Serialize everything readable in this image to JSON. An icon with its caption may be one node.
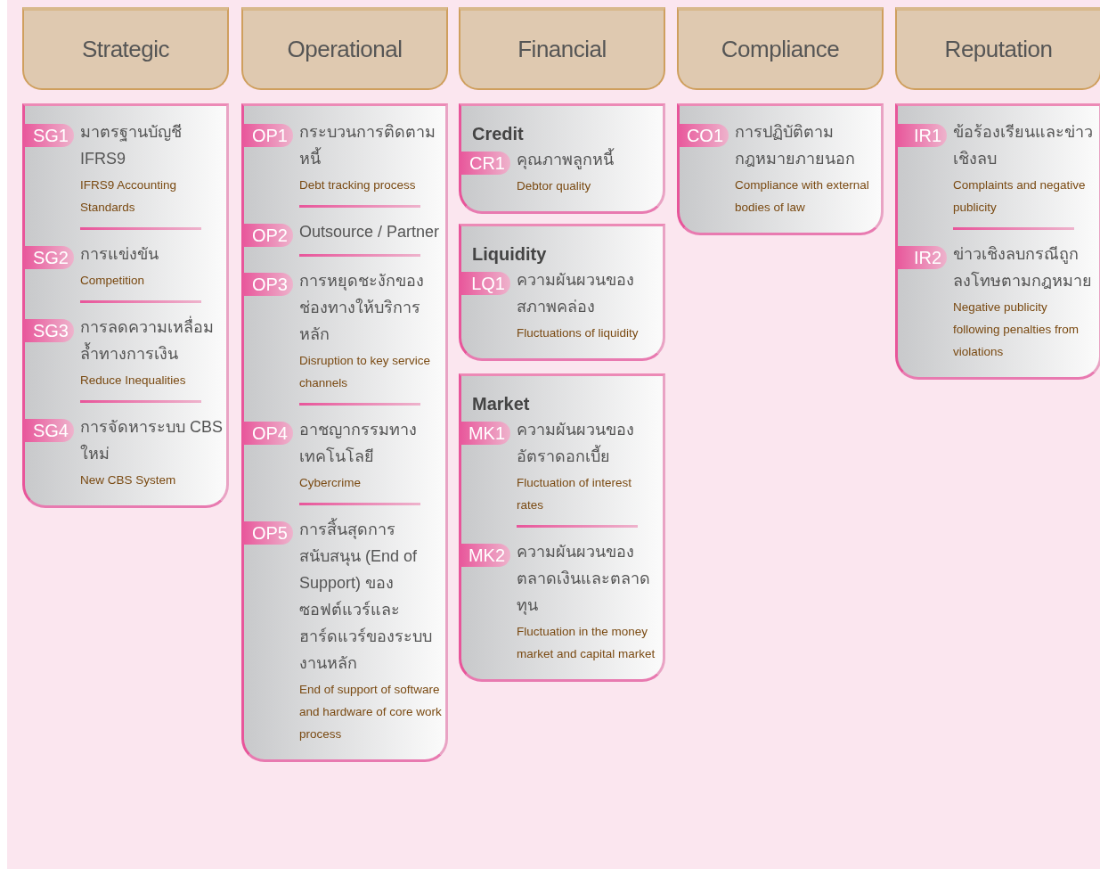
{
  "diagram": {
    "nodes": [
      {
        "text": [
          "Strategic"
        ]
      },
      {
        "text": [
          "Operational"
        ]
      },
      {
        "text": [
          "Financial"
        ]
      },
      {
        "text": [
          "Compliance"
        ]
      },
      {
        "text": [
          "Reputation"
        ]
      },
      {
        "text": [],
        "shape": "box"
      },
      {
        "text": [
          "SG1"
        ],
        "in": 5,
        "beside": [
          "มาตรฐานบัญชี IFRS9",
          "IFRS9 Accounting Standards"
        ]
      },
      {
        "text": [
          "SG2"
        ],
        "in": 5,
        "beside": [
          "การแข่งขัน",
          "Competition"
        ]
      },
      {
        "text": [
          "SG3"
        ],
        "in": 5,
        "beside": [
          "การลดความเหลื่อมล้ำทางการเงิน",
          "Reduce Inequalities"
        ]
      },
      {
        "text": [
          "SG4"
        ],
        "in": 5,
        "beside": [
          "การจัดหาระบบ CBS ใหม่",
          "New CBS System"
        ]
      },
      {
        "text": [],
        "shape": "box"
      },
      {
        "text": [
          "OP1"
        ],
        "in": 10,
        "beside": [
          "กระบวนการติดตามหนี้",
          "Debt tracking process"
        ]
      },
      {
        "text": [
          "OP2"
        ],
        "in": 10,
        "beside": [
          "Outsource / Partner"
        ]
      },
      {
        "text": [
          "OP3"
        ],
        "in": 10,
        "beside": [
          "การหยุดชะงักของช่องทางให้บริการหลัก",
          "Disruption to key service channels"
        ]
      },
      {
        "text": [
          "OP4"
        ],
        "in": 10,
        "beside": [
          "อาชญากรรมทางเทคโนโลยี",
          "Cybercrime"
        ]
      },
      {
        "text": [
          "OP5"
        ],
        "in": 10,
        "beside": [
          "การสิ้นสุดการสนับสนุน (End of Support) ของซอฟต์แวร์และฮาร์ดแวร์ของระบบงานหลัก",
          "End of support of software and hardware of core work process"
        ]
      },
      {
        "text": [
          "Credit"
        ]
      },
      {
        "text": [
          "CR1"
        ],
        "in": 16,
        "beside": [
          "คุณภาพลูกหนี้",
          "Debtor quality"
        ]
      },
      {
        "text": [
          "Liquidity"
        ]
      },
      {
        "text": [
          "LQ1"
        ],
        "in": 18,
        "beside": [
          "ความผันผวนของสภาพคล่อง",
          "Fluctuations of liquidity"
        ]
      },
      {
        "text": [
          "Market"
        ]
      },
      {
        "text": [
          "MK1"
        ],
        "in": 20,
        "beside": [
          "ความผันผวนของอัตราดอกเบี้ย",
          "Fluctuation of interest rates"
        ]
      },
      {
        "text": [
          "MK2"
        ],
        "in": 20,
        "beside": [
          "ความผันผวนของตลาดเงินและตลาดทุน",
          "Fluctuation in the money market and capital market"
        ]
      },
      {
        "text": [],
        "shape": "box"
      },
      {
        "text": [
          "CO1"
        ],
        "in": 23,
        "beside": [
          "การปฏิบัติตามกฎหมายภายนอก",
          "Compliance with external bodies of law"
        ]
      },
      {
        "text": [],
        "shape": "box"
      },
      {
        "text": [
          "IR1"
        ],
        "in": 25,
        "beside": [
          "ข้อร้องเรียนและข่าวเชิงลบ",
          "Complaints and negative publicity"
        ]
      },
      {
        "text": [
          "IR2"
        ],
        "in": 25,
        "beside": [
          "ข่าวเชิงลบกรณีถูกลงโทษตามกฎหมาย",
          "Negative publicity following penalties from violations"
        ]
      }
    ]
  }
}
